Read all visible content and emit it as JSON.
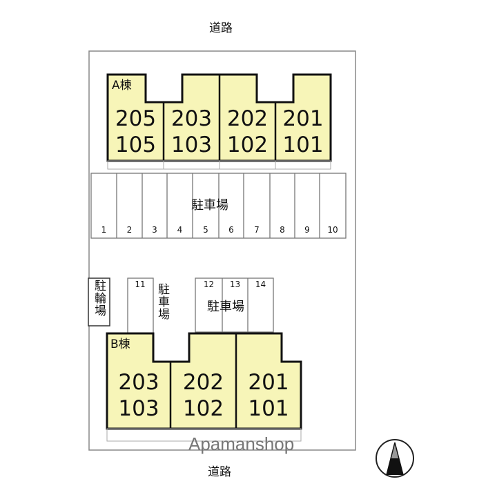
{
  "roads": {
    "top": "道路",
    "bottom": "道路"
  },
  "building_a": {
    "name": "A棟",
    "units": [
      {
        "upper": "205",
        "lower": "105"
      },
      {
        "upper": "203",
        "lower": "103"
      },
      {
        "upper": "202",
        "lower": "102"
      },
      {
        "upper": "201",
        "lower": "101"
      }
    ]
  },
  "parking_main": {
    "label": "駐車場",
    "spaces": [
      "1",
      "2",
      "3",
      "4",
      "5",
      "6",
      "7",
      "8",
      "9",
      "10"
    ]
  },
  "bicycle_parking": {
    "label": "駐輪場"
  },
  "parking_side": {
    "label": "駐車場",
    "spaces": [
      "11"
    ]
  },
  "parking_b": {
    "label": "駐車場",
    "spaces": [
      "12",
      "13",
      "14"
    ]
  },
  "building_b": {
    "name": "B棟",
    "units": [
      {
        "upper": "203",
        "lower": "103"
      },
      {
        "upper": "202",
        "lower": "102"
      },
      {
        "upper": "201",
        "lower": "101"
      }
    ]
  },
  "watermark": "Apamanshop",
  "colors": {
    "building_fill": "#f7f5b8",
    "outline": "#111111",
    "thin_line": "#999999"
  },
  "compass": {
    "icon": "north-arrow-icon"
  }
}
